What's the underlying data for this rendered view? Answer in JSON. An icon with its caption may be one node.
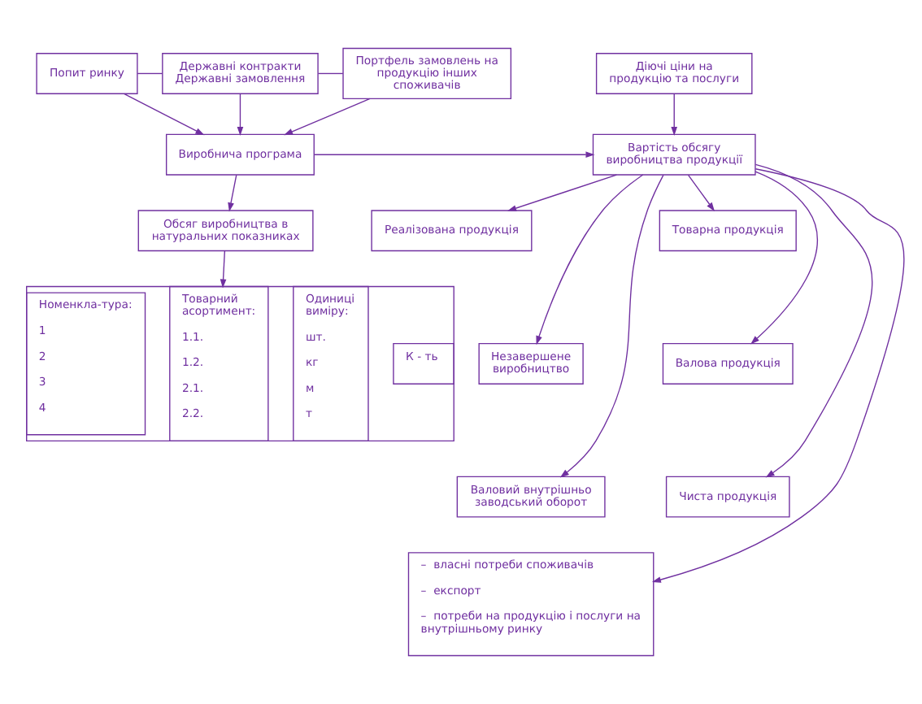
{
  "diagram": {
    "nodes": [
      {
        "text": [
          "Попит ринку"
        ]
      },
      {
        "text": [
          "Державні контракти",
          "Державні замовлення"
        ]
      },
      {
        "text": [
          "Портфель замовлень на продукцію інших споживачів"
        ]
      },
      {
        "text": [
          "Діючі ціни на продукцію та послуги"
        ]
      },
      {
        "text": [
          "Виробнича програма"
        ]
      },
      {
        "text": [
          "Вартість обсягу виробництва продукції"
        ]
      },
      {
        "text": [
          "Обсяг виробництва в натуральних показниках"
        ]
      },
      {
        "text": [],
        "shape": "box"
      },
      {
        "text": [
          "Номенкла-тура:",
          "1",
          "2",
          "3",
          "4"
        ],
        "in": 7
      },
      {
        "text": [
          "Товарний асортимент:",
          "1.1.",
          "1.2.",
          "2.1.",
          "2.2."
        ],
        "in": 7
      },
      {
        "text": [
          "Одиниці виміру:",
          "шт.",
          "кг",
          "м",
          "т"
        ],
        "in": 7
      },
      {
        "text": [
          "К - ть"
        ],
        "in": 7
      },
      {
        "text": [
          "Реалізована продукція"
        ]
      },
      {
        "text": [
          "Незавершене виробництво"
        ]
      },
      {
        "text": [
          "Валовий внутрішньо заводський оборот"
        ]
      },
      {
        "text": [
          "Товарна продукція"
        ]
      },
      {
        "text": [
          "Валова продукція"
        ]
      },
      {
        "text": [
          "Чиста продукція"
        ]
      },
      {
        "text": [
          "–  власні потреби споживачів",
          "–  експорт",
          "–  потреби на продукцію і послуги на внутрішньому ринку"
        ]
      }
    ],
    "edges": [
      {
        "from": 0,
        "to": 1,
        "arrow": "none"
      },
      {
        "from": 1,
        "to": 2,
        "arrow": "none"
      },
      {
        "from": 0,
        "to": 4,
        "arrow": "to"
      },
      {
        "from": 1,
        "to": 4,
        "arrow": "to"
      },
      {
        "from": 2,
        "to": 4,
        "arrow": "to"
      },
      {
        "from": 3,
        "to": 5,
        "arrow": "to"
      },
      {
        "from": 4,
        "to": 5,
        "arrow": "to"
      },
      {
        "from": 4,
        "to": 6,
        "arrow": "to"
      },
      {
        "from": 6,
        "to": 9,
        "arrow": "to"
      },
      {
        "from": 5,
        "to": 12,
        "arrow": "to"
      },
      {
        "from": 5,
        "to": 13,
        "arrow": "to"
      },
      {
        "from": 5,
        "to": 14,
        "arrow": "to"
      },
      {
        "from": 5,
        "to": 15,
        "arrow": "to"
      },
      {
        "from": 5,
        "to": 16,
        "arrow": "to"
      },
      {
        "from": 5,
        "to": 17,
        "arrow": "to"
      },
      {
        "from": 5,
        "to": 18,
        "arrow": "to"
      }
    ]
  }
}
